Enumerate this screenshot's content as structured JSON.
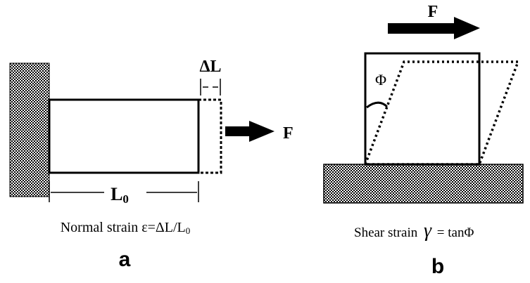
{
  "panel_a": {
    "delta_label": "ΔL",
    "force_label": "F",
    "length_label_main": "L",
    "length_label_sub": "0",
    "caption_main": "Normal strain ε=ΔL/L",
    "caption_sub": "0",
    "letter": "a"
  },
  "panel_b": {
    "force_label": "F",
    "angle_label": "Φ",
    "caption_prefix": "Shear strain",
    "caption_symbol": "γ",
    "caption_suffix": "= tanΦ",
    "letter": "b"
  }
}
